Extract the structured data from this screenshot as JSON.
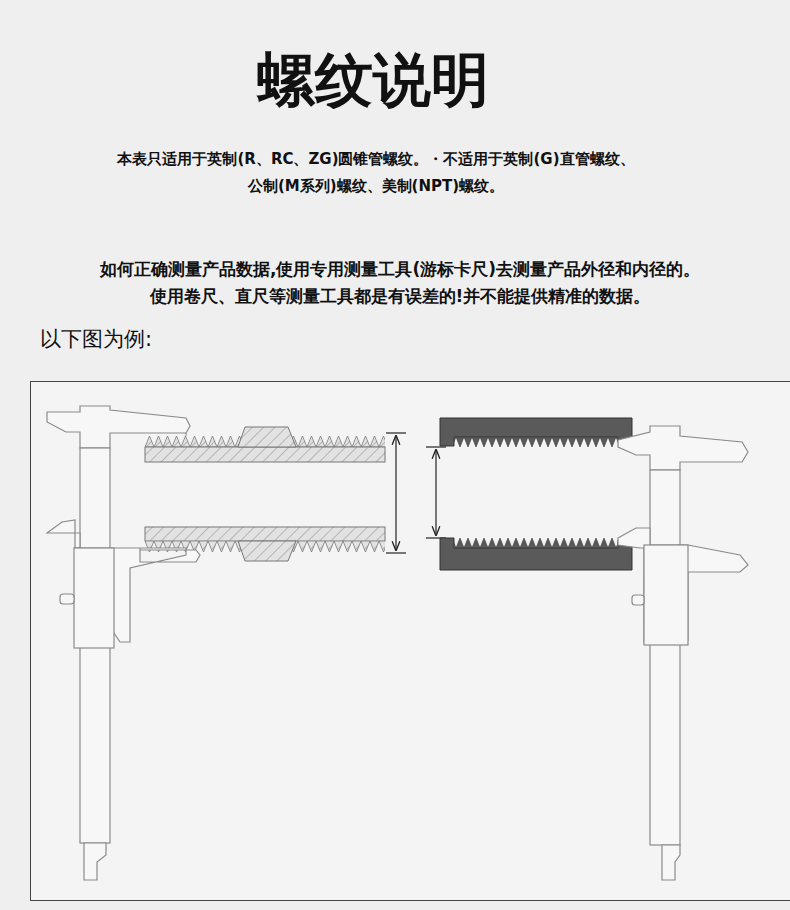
{
  "diagram": {
    "title": "螺纹说明",
    "labels": [
      "本表只适用于英制(R、RC、ZG)圆锥管螺纹。・不适用于英制(G)直管螺纹、",
      "公制(M系列)螺纹、美制(NPT)螺纹。",
      "如何正确测量产品数据,使用专用测量工具(游标卡尺)去测量产品外径和内径的。",
      "使用卷尺、直尺等测量工具都是有误差的!并不能提供精准的数据。",
      "以下图为例:"
    ]
  }
}
